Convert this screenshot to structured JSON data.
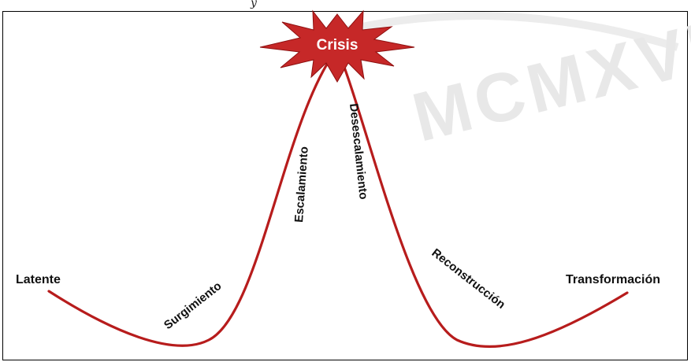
{
  "header_fragment": "y",
  "watermark": {
    "text": "MCMXVII",
    "color": "#e6e6e6"
  },
  "colors": {
    "curve": "#b71c1c",
    "burst_fill": "#c62828",
    "burst_text": "#ffffff",
    "label_text": "#111111"
  },
  "peak": {
    "label": "Crisis"
  },
  "stages": [
    {
      "id": "latente",
      "label": "Latente"
    },
    {
      "id": "surgimiento",
      "label": "Surgimiento"
    },
    {
      "id": "escalamiento",
      "label": "Escalamiento"
    },
    {
      "id": "desescalamiento",
      "label": "Desescalamiento"
    },
    {
      "id": "reconstruccion",
      "label": "Reconstrucción"
    },
    {
      "id": "transformacion",
      "label": "Transformación"
    }
  ]
}
